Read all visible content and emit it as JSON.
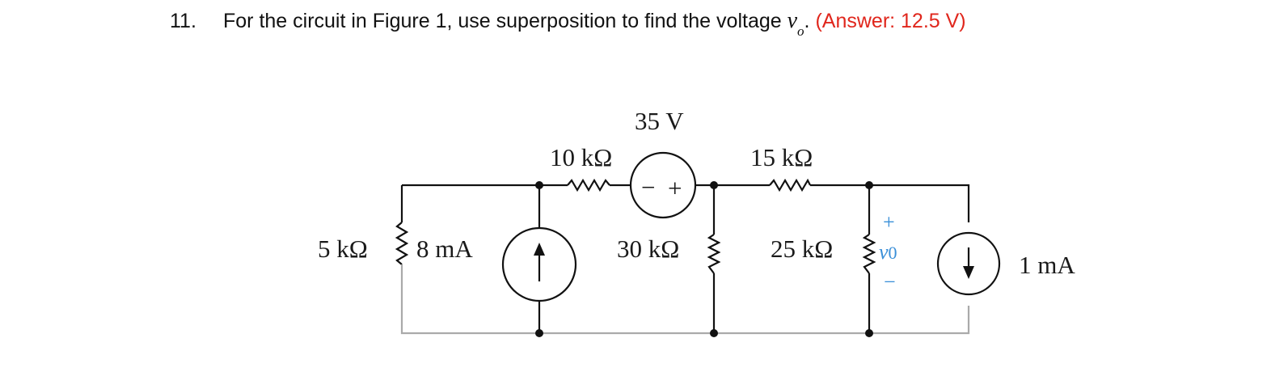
{
  "question": {
    "number": "11.",
    "text": "For the circuit in Figure 1, use superposition to find the voltage",
    "variable": "v",
    "variable_sub": "o",
    "period": ".",
    "answer": "(Answer: 12.5 V)"
  },
  "circuit": {
    "r1_label": "5 kΩ",
    "i1_label": "8 mA",
    "r2_label": "10 kΩ",
    "v1_label": "35 V",
    "r3_label": "30 kΩ",
    "r4_label": "15 kΩ",
    "r5_label": "25 kΩ",
    "vo_label": "v",
    "vo_sub": "0",
    "vo_plus": "+",
    "vo_minus": "−",
    "i2_label": "1 mA",
    "vs_minus": "−",
    "vs_plus": "+"
  },
  "colors": {
    "answer": "#e0261c",
    "vo_label": "#3a8fd8"
  }
}
